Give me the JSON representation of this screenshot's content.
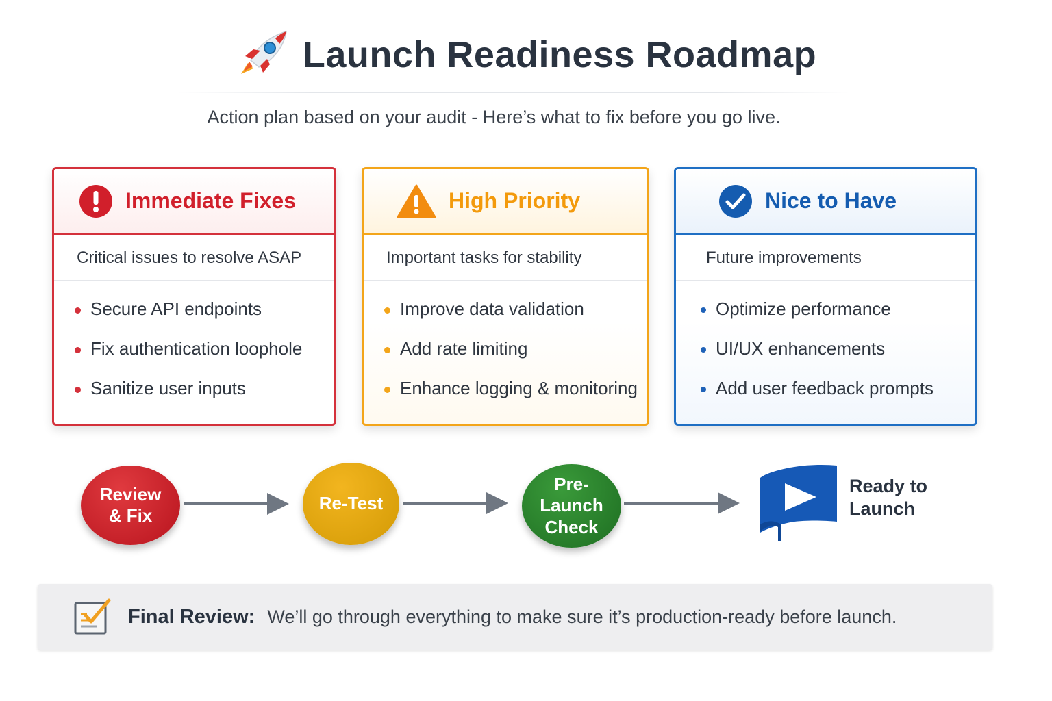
{
  "header": {
    "icon": "rocket-icon",
    "title": "Launch Readiness Roadmap",
    "subtitle": "Action plan based on your audit - Here’s what to fix before you go live."
  },
  "cards": [
    {
      "icon": "exclamation-icon",
      "title": "Immediate Fixes",
      "description": "Critical issues to resolve ASAP",
      "color": "#d4313b",
      "items": [
        "Secure API endpoints",
        "Fix authentication loophole",
        "Sanitize user inputs"
      ]
    },
    {
      "icon": "warning-icon",
      "title": "High Priority",
      "description": "Important tasks for stability",
      "color": "#f3a51a",
      "items": [
        "Improve data validation",
        "Add rate limiting",
        "Enhance logging & monitoring"
      ]
    },
    {
      "icon": "check-circle-icon",
      "title": "Nice to Have",
      "description": "Future improvements",
      "color": "#1f6fc4",
      "items": [
        "Optimize performance",
        "UI/UX enhancements",
        "Add user feedback prompts"
      ]
    }
  ],
  "flow": {
    "steps": [
      {
        "line1": "Review",
        "line2": "& Fix",
        "color": "#c81f28"
      },
      {
        "line1": "Re-Test",
        "line2": "",
        "color": "#e6a912"
      },
      {
        "line1": "Pre-",
        "line2": "Launch",
        "line3": "Check",
        "color": "#2a832c"
      }
    ],
    "final": {
      "icon": "flag-icon",
      "line1": "Ready to",
      "line2": "Launch",
      "color": "#1659b6"
    }
  },
  "footer": {
    "icon": "checklist-icon",
    "label": "Final Review:",
    "text": "We’ll go through everything to make sure it’s production-ready before launch."
  }
}
